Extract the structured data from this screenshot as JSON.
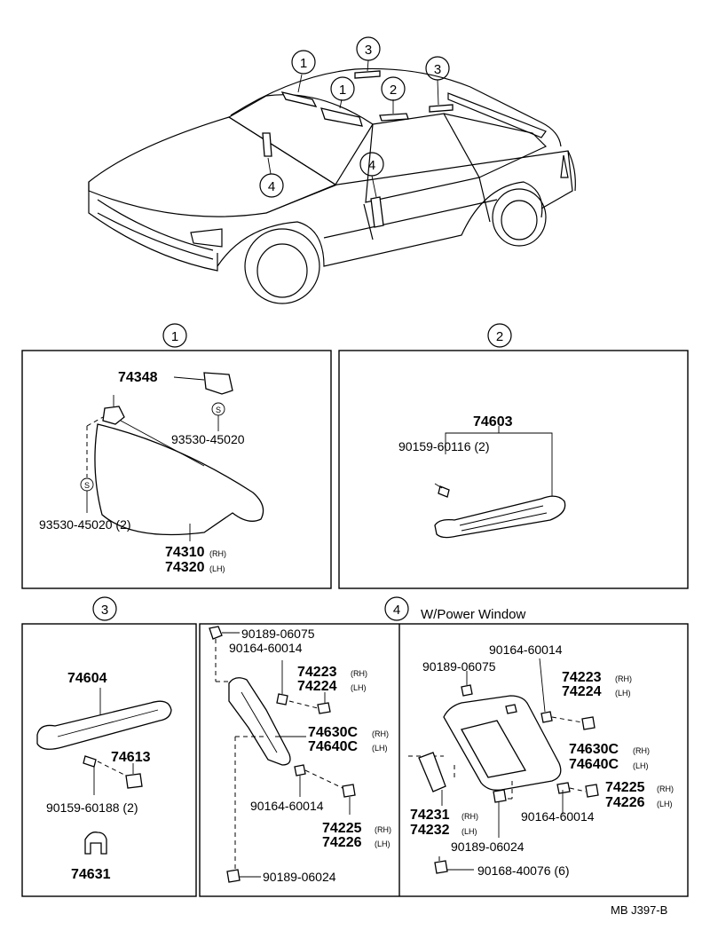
{
  "callouts": {
    "c1": "1",
    "c2": "2",
    "c3": "3",
    "c4": "4"
  },
  "section4_title": "W/Power Window",
  "drawing_code": "MB J397-B",
  "panel1": {
    "clip": "74348",
    "screw_top": "93530-45020",
    "screw_left": "93530-45020 (2)",
    "visor_rh": "74310",
    "visor_lh": "74320",
    "rh": "(RH)",
    "lh": "(LH)",
    "s_mark": "S"
  },
  "panel2": {
    "grip": "74603",
    "screw": "90159-60116 (2)"
  },
  "panel3": {
    "grip": "74604",
    "cover": "74613",
    "screw": "90159-60188 (2)",
    "clip": "74631"
  },
  "panel4a": {
    "clip_top": "90189-06075",
    "screw_top": "90164-60014",
    "cap_rh": "74223",
    "cap_lh": "74224",
    "armrest_rh": "74630C",
    "armrest_lh": "74640C",
    "screw_mid": "90164-60014",
    "cap2_rh": "74225",
    "cap2_lh": "74226",
    "clip_bot": "90189-06024",
    "rh": "(RH)",
    "lh": "(LH)"
  },
  "panel4b": {
    "screw_top": "90164-60014",
    "clip_top": "90189-06075",
    "cap_rh": "74223",
    "cap_lh": "74224",
    "armrest_rh": "74630C",
    "armrest_lh": "74640C",
    "cap2_rh": "74225",
    "cap2_lh": "74226",
    "bezel_rh": "74231",
    "bezel_lh": "74232",
    "screw_mid": "90164-60014",
    "clip_bot": "90189-06024",
    "screw_bot": "90168-40076 (6)",
    "rh": "(RH)",
    "lh": "(LH)"
  }
}
